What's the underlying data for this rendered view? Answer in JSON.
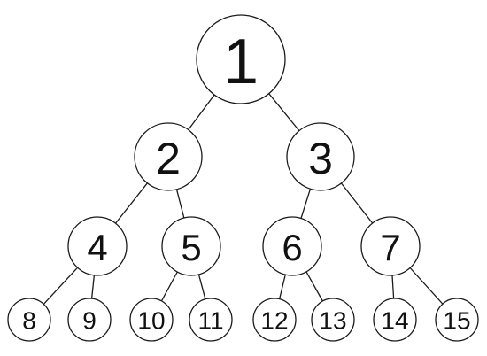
{
  "tree": {
    "nodes": [
      {
        "id": "1"
      },
      {
        "id": "2"
      },
      {
        "id": "3"
      },
      {
        "id": "4"
      },
      {
        "id": "5"
      },
      {
        "id": "6"
      },
      {
        "id": "7"
      },
      {
        "id": "8"
      },
      {
        "id": "9"
      },
      {
        "id": "10"
      },
      {
        "id": "11"
      },
      {
        "id": "12"
      },
      {
        "id": "13"
      },
      {
        "id": "14"
      },
      {
        "id": "15"
      }
    ],
    "edges": [
      [
        "1",
        "2"
      ],
      [
        "1",
        "3"
      ],
      [
        "2",
        "4"
      ],
      [
        "2",
        "5"
      ],
      [
        "3",
        "6"
      ],
      [
        "3",
        "7"
      ],
      [
        "4",
        "8"
      ],
      [
        "4",
        "9"
      ],
      [
        "5",
        "10"
      ],
      [
        "5",
        "11"
      ],
      [
        "6",
        "12"
      ],
      [
        "6",
        "13"
      ],
      [
        "7",
        "14"
      ],
      [
        "7",
        "15"
      ]
    ]
  }
}
